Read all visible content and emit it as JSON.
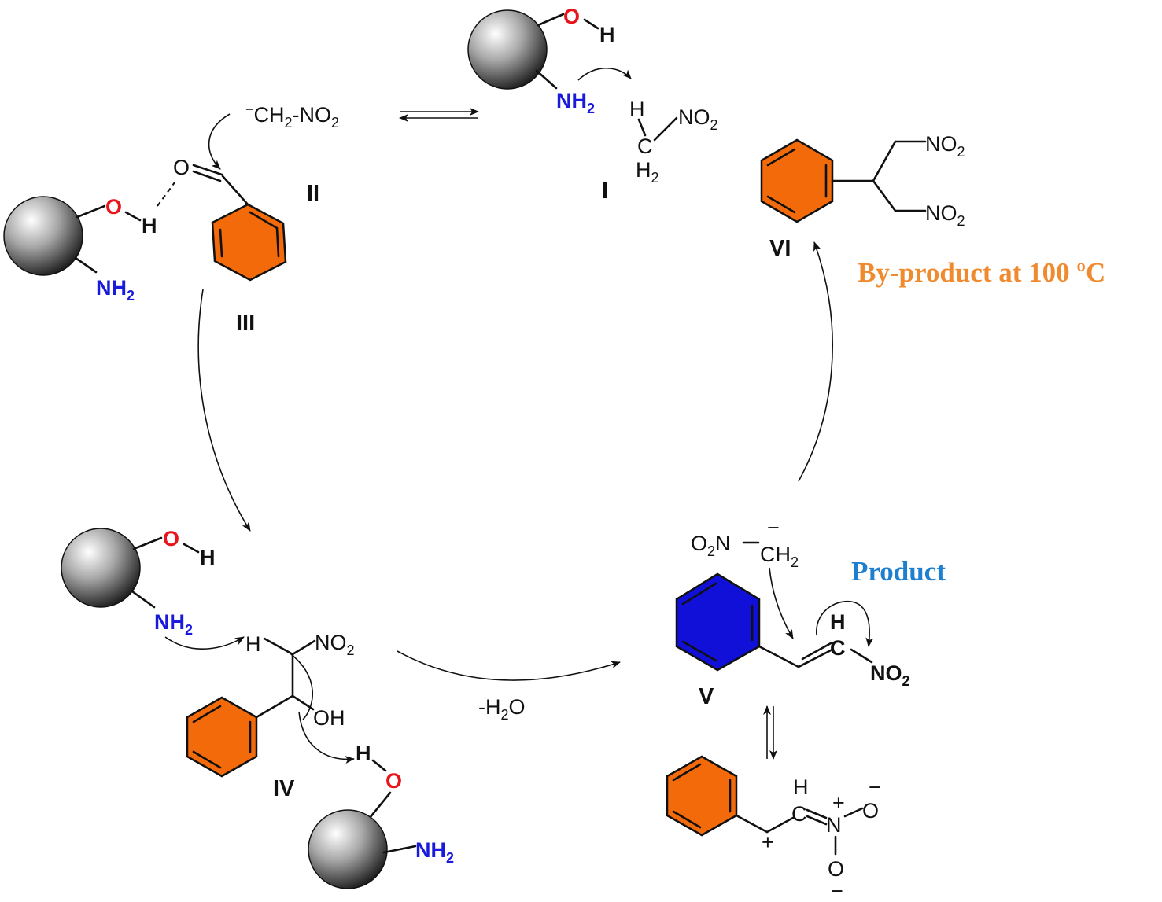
{
  "labels": {
    "I": "I",
    "II": "II",
    "III": "III",
    "IV": "IV",
    "V": "V",
    "VI": "VI"
  },
  "atoms": {
    "O": "O",
    "H": "H",
    "NH": "NH",
    "sub2": "2",
    "C": "C",
    "CH": "CH",
    "NO": "NO",
    "N": "N",
    "OH": "OH",
    "minus": "−",
    "plus": "+",
    "dash": "-",
    "H2O_prefix": "-H",
    "H2O_suffix": "O"
  },
  "annotations": {
    "product": "Product",
    "byproduct": "By-product at 100 ºC"
  },
  "colors": {
    "orange_ring": "#f26a0a",
    "blue_ring": "#1010d8",
    "oxygen_red": "#e8141c",
    "amine_blue": "#1a1adc",
    "product_text": "#1f7fcf",
    "byproduct_text": "#f08a2e"
  }
}
